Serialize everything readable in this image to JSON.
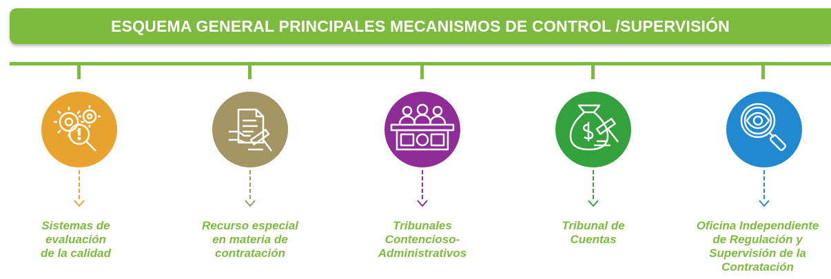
{
  "header": {
    "title": "ESQUEMA GENERAL PRINCIPALES MECANISMOS DE CONTROL /SUPERVISIÓN"
  },
  "colors": {
    "green": "#7cbb3e",
    "orange": "#e8a22e",
    "khaki": "#a49564",
    "purple": "#8e2d97",
    "darkgreen": "#33a13c",
    "blue": "#2089cf"
  },
  "mechanisms": [
    {
      "label": "Sistemas de\nevaluación\nde la calidad",
      "icon": "gears-alert-icon",
      "color": "#e8a22e"
    },
    {
      "label": "Recurso especial\nen materia de\ncontratación",
      "icon": "document-gavel-icon",
      "color": "#a49564"
    },
    {
      "label": "Tribunales\nContencioso-\nAdministrativos",
      "icon": "court-judges-icon",
      "color": "#8e2d97"
    },
    {
      "label": "Tribunal de\nCuentas",
      "icon": "money-bag-gavel-icon",
      "color": "#33a13c"
    },
    {
      "label": "Oficina Independiente\nde Regulación y\nSupervisión de la\nContratación",
      "icon": "magnifier-eye-icon",
      "color": "#2089cf"
    }
  ]
}
